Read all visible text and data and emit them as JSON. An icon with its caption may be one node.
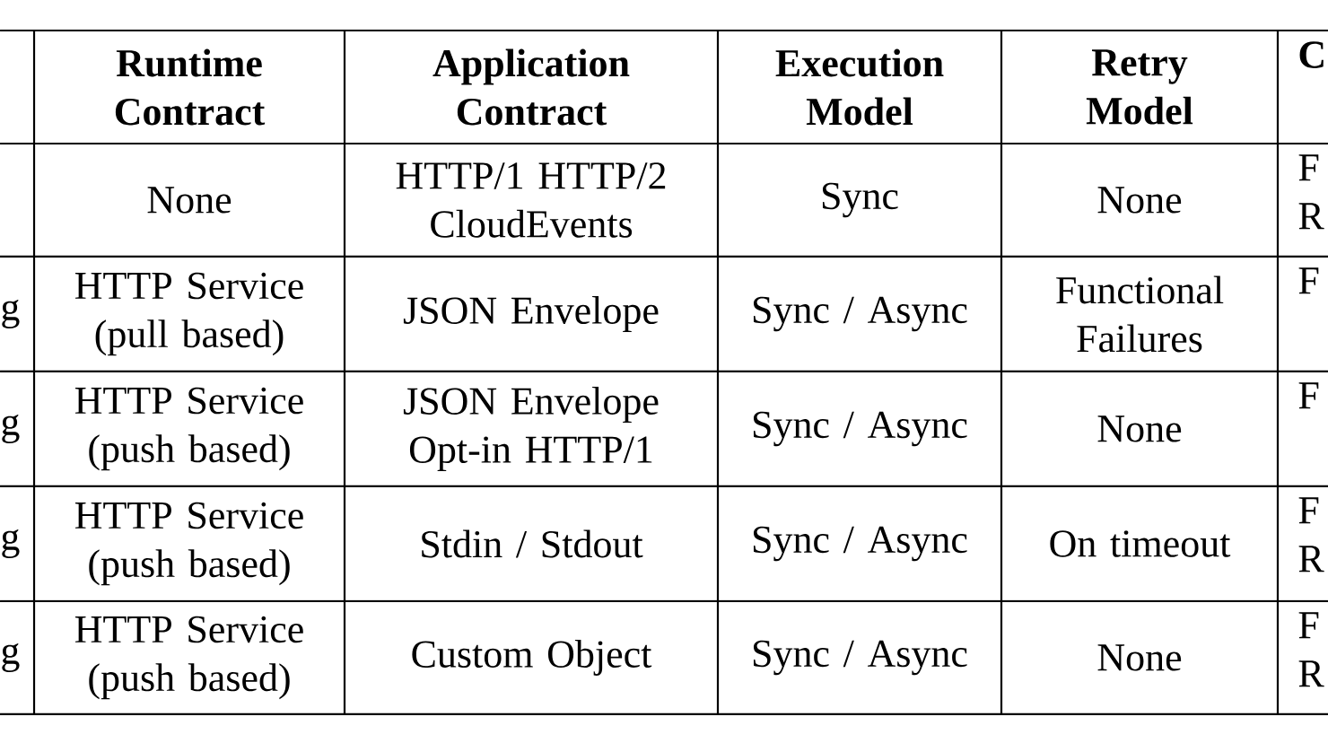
{
  "diagram": {
    "labels": [
      "Runtime Contract",
      "Application Contract",
      "Execution Model",
      "Retry Model",
      "C",
      "None",
      "HTTP/1 HTTP/2 CloudEvents",
      "Sync",
      "None",
      "F R",
      "g",
      "HTTP Service (pull based)",
      "JSON Envelope",
      "Sync / Async",
      "Functional Failures",
      "F",
      "g",
      "HTTP Service (push based)",
      "JSON Envelope Opt-in HTTP/1",
      "Sync / Async",
      "None",
      "F",
      "g",
      "HTTP Service (push based)",
      "Stdin / Stdout",
      "Sync / Async",
      "On timeout",
      "F R",
      "g",
      "HTTP Service (push based)",
      "Custom Object",
      "Sync / Async",
      "None",
      "F R"
    ]
  }
}
